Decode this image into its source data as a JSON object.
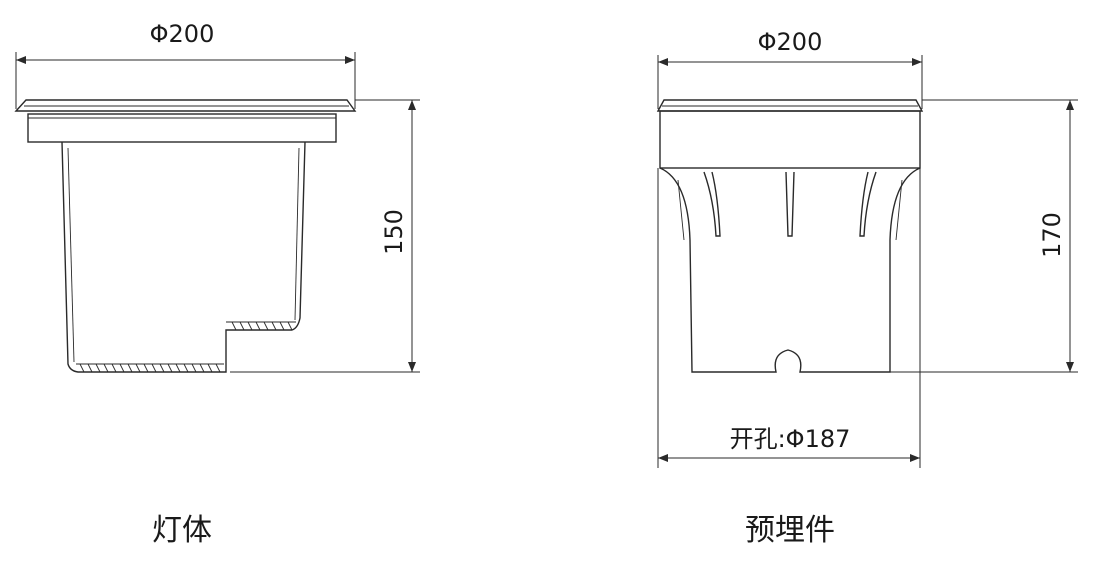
{
  "lamp_body": {
    "caption": "灯体",
    "diameter_label": "Φ200",
    "height_label": "150"
  },
  "embedded_part": {
    "caption": "预埋件",
    "diameter_label": "Φ200",
    "height_label": "170",
    "hole_label": "开孔:Φ187"
  }
}
